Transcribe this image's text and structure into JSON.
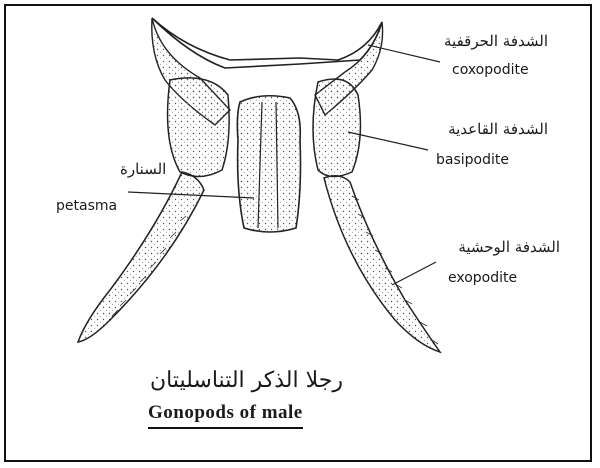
{
  "labels": {
    "coxopodite": {
      "ar": "الشدفة الحرقفية",
      "en": "coxopodite"
    },
    "basipodite": {
      "ar": "الشدفة القاعدية",
      "en": "basipodite"
    },
    "petasma": {
      "ar": "السنارة",
      "en": "petasma"
    },
    "exopodite": {
      "ar": "الشدفة الوحشية",
      "en": "exopodite"
    }
  },
  "caption": {
    "ar": "رجلا الذكر التناسليتان",
    "en": "Gonopods of male"
  },
  "colors": {
    "ink": "#1a1a1a",
    "background": "#ffffff"
  }
}
